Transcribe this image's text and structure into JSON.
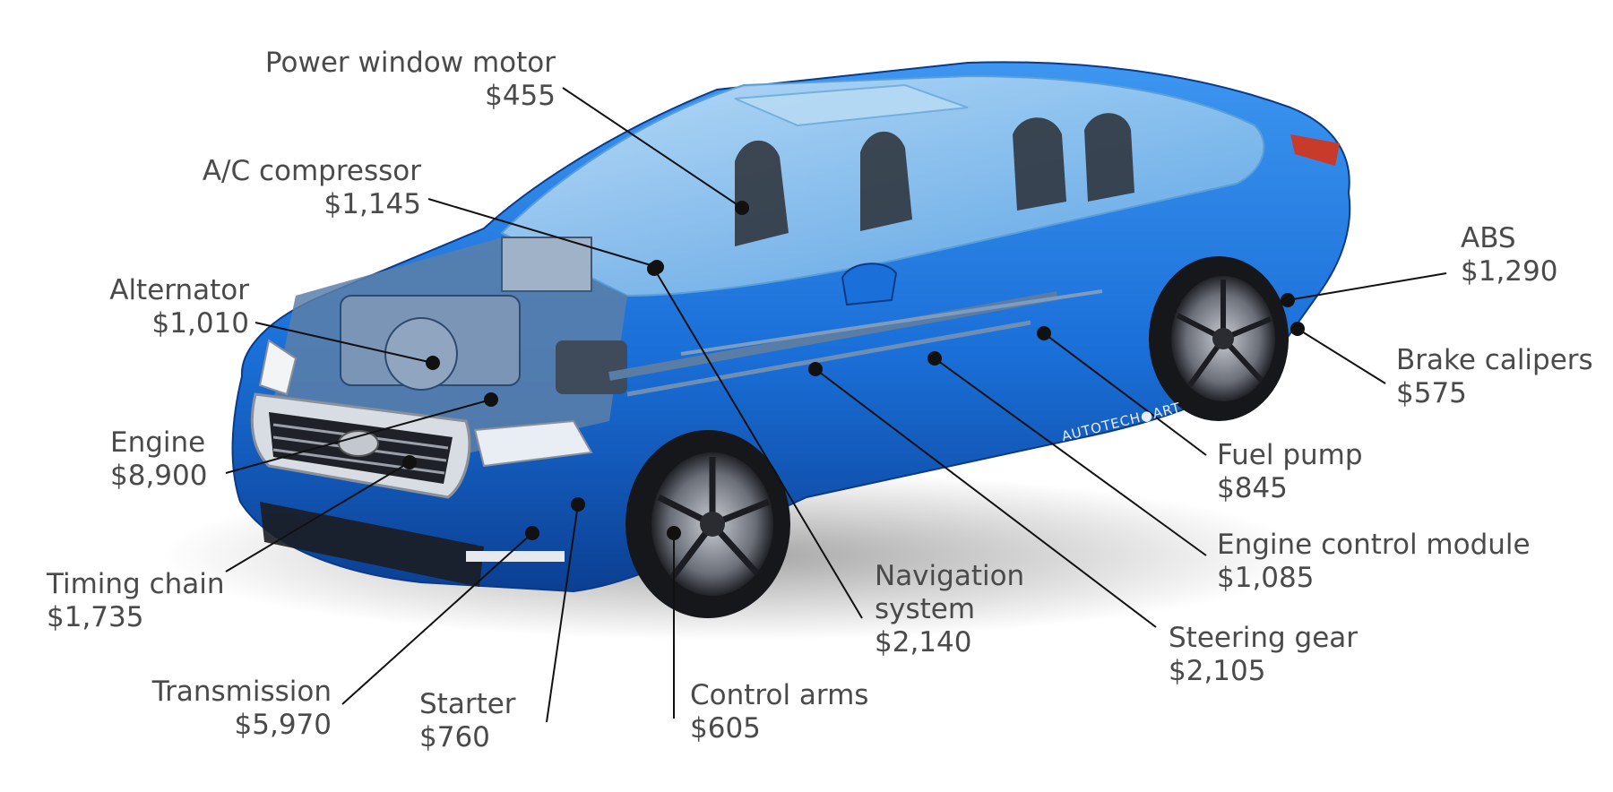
{
  "colors": {
    "car_body": "#1a6fd8",
    "car_body_dark": "#0b3f93",
    "glass": "#8fc6ec",
    "leader": "#111111",
    "label_text": "#4a4a4a"
  },
  "watermark": "AUTOTECH●ART",
  "parts": [
    {
      "id": "power-window-motor",
      "name": "Power window motor",
      "price": "$455"
    },
    {
      "id": "ac-compressor",
      "name": "A/C compressor",
      "price": "$1,145"
    },
    {
      "id": "alternator",
      "name": "Alternator",
      "price": "$1,010"
    },
    {
      "id": "engine",
      "name": "Engine",
      "price": "$8,900"
    },
    {
      "id": "timing-chain",
      "name": "Timing chain",
      "price": "$1,735"
    },
    {
      "id": "transmission",
      "name": "Transmission",
      "price": "$5,970"
    },
    {
      "id": "starter",
      "name": "Starter",
      "price": "$760"
    },
    {
      "id": "control-arms",
      "name": "Control arms",
      "price": "$605"
    },
    {
      "id": "navigation-system",
      "name": "Navigation\nsystem",
      "price": "$2,140"
    },
    {
      "id": "steering-gear",
      "name": "Steering gear",
      "price": "$2,105"
    },
    {
      "id": "engine-control-module",
      "name": "Engine control module",
      "price": "$1,085"
    },
    {
      "id": "fuel-pump",
      "name": "Fuel pump",
      "price": "$845"
    },
    {
      "id": "brake-calipers",
      "name": "Brake calipers",
      "price": "$575"
    },
    {
      "id": "abs",
      "name": "ABS",
      "price": "$1,290"
    }
  ]
}
